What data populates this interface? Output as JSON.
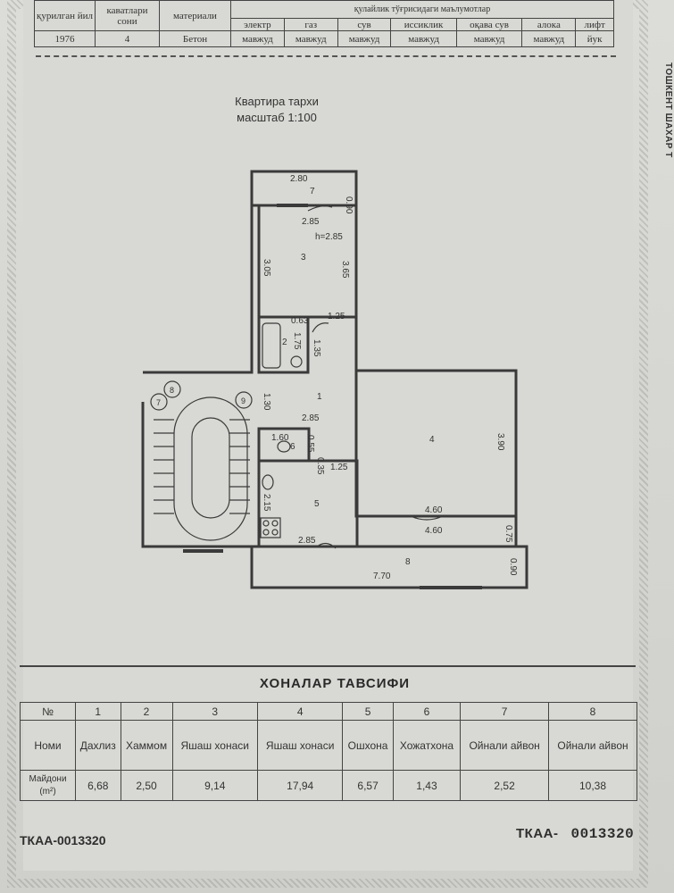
{
  "header_table": {
    "labels": {
      "year": "қурилган йил",
      "floors": "каватлари сони",
      "material": "материали",
      "amenities": "маълумотлар",
      "amenities_top": "қулайлик тўғрисидаги"
    },
    "amenity_columns": [
      "электр",
      "газ",
      "сув",
      "иссиклик",
      "оқава сув",
      "алока",
      "лифт"
    ],
    "values": {
      "year": "1976",
      "floors": "4",
      "material": "Бетон",
      "amenities": [
        "мавжуд",
        "мавжуд",
        "мавжуд",
        "мавжуд",
        "мавжуд",
        "мавжуд",
        "йук"
      ]
    }
  },
  "plan": {
    "title": "Квартира тархи",
    "scale": "масштаб 1:100",
    "labels": {
      "room1": "1",
      "room2": "2",
      "room3": "3",
      "room4": "4",
      "room5": "5",
      "room6": "6",
      "room7": "7",
      "room8": "8",
      "stair7": "7",
      "stair8": "8",
      "stair9": "9",
      "h": "h=2.85"
    },
    "dims": {
      "d280": "2.80",
      "d090a": "0.90",
      "d285a": "2.85",
      "d305": "3.05",
      "d365": "3.65",
      "d063": "0.63",
      "d175": "1.75",
      "d125a": "1.25",
      "d135": "1.35",
      "d130": "1.30",
      "d285b": "2.85",
      "d160": "1.60",
      "d055": "0.55",
      "d035": "0.35",
      "d125b": "1.25",
      "d215": "2.15",
      "d285c": "2.85",
      "d390": "3.90",
      "d460a": "4.60",
      "d460b": "4.60",
      "d075": "0.75",
      "d770": "7.70",
      "d090b": "0.90"
    }
  },
  "rooms_table": {
    "title": "ХОНАЛАР ТАВСИФИ",
    "row_labels": [
      "№",
      "Номи",
      "Майдони (m²)"
    ],
    "numbers": [
      "1",
      "2",
      "3",
      "4",
      "5",
      "6",
      "7",
      "8"
    ],
    "names": [
      "Дахлиз",
      "Хаммом",
      "Яшаш хонаси",
      "Яшаш хонаси",
      "Ошхона",
      "Хожатхона",
      "Ойнали айвон",
      "Ойнали айвон"
    ],
    "areas": [
      "6,68",
      "2,50",
      "9,14",
      "17,94",
      "6,57",
      "1,43",
      "2,52",
      "10,38"
    ]
  },
  "footer": {
    "left_code": "ТКАА-0013320",
    "right_prefix": "ТКАА-",
    "right_number": "0013320"
  },
  "side_text": "ТОШКЕНТ ШАХАР Т"
}
